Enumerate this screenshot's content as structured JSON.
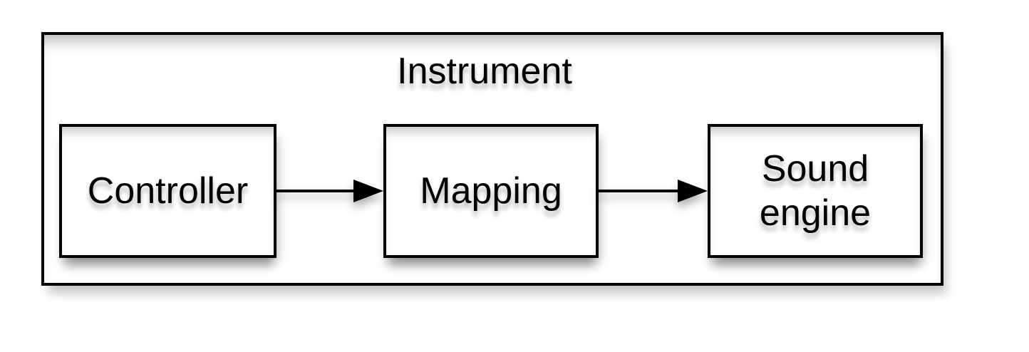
{
  "diagram": {
    "title": "Instrument",
    "type": "flow-block-diagram",
    "direction": "left-to-right",
    "container": {
      "label": "Instrument"
    },
    "nodes": [
      {
        "id": "controller",
        "label": "Controller"
      },
      {
        "id": "mapping",
        "label": "Mapping"
      },
      {
        "id": "sound-engine",
        "label": "Sound\nengine"
      }
    ],
    "edges": [
      {
        "from": "controller",
        "to": "mapping",
        "style": "solid",
        "arrowhead": "filled-triangle"
      },
      {
        "from": "mapping",
        "to": "sound-engine",
        "style": "solid",
        "arrowhead": "filled-triangle"
      }
    ],
    "colors": {
      "background": "#ffffff",
      "node_fill": "#ffffff",
      "stroke": "#000000",
      "text": "#000000",
      "shadow": "rgba(0,0,0,0.3)"
    }
  }
}
